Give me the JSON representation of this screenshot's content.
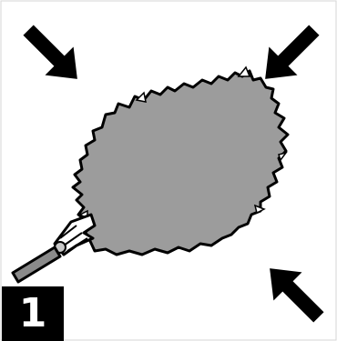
{
  "step": {
    "number": "1"
  },
  "illustration": {
    "subject": "dust-mop-head",
    "arrows": [
      "arrow-top-left",
      "arrow-top-right",
      "arrow-bottom-right"
    ],
    "colors": {
      "mop_fill": "#9c9c9c",
      "outline": "#000000",
      "arrow": "#000000",
      "background": "#ffffff",
      "handle": "#8a8a8a"
    }
  }
}
